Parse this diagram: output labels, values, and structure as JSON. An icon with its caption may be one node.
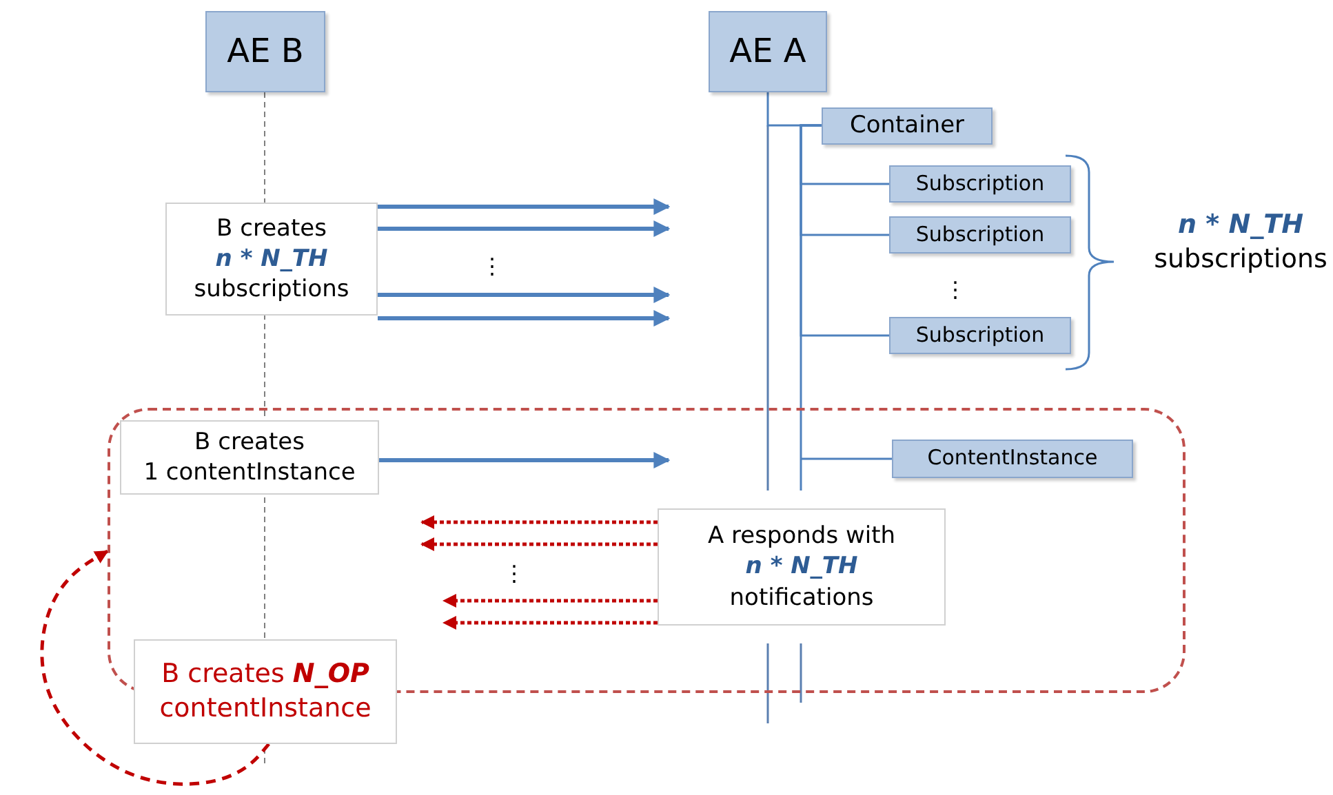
{
  "diagram": {
    "nodes": [
      {
        "text": [
          "AE B"
        ]
      },
      {
        "text": [
          "AE A"
        ]
      },
      {
        "text": [
          "Container"
        ]
      },
      {
        "text": [
          "Subscription"
        ]
      },
      {
        "text": [
          "Subscription"
        ]
      },
      {
        "text": [
          "Subscription"
        ]
      },
      {
        "text": [
          "ContentInstance"
        ],
        "in": 8
      },
      {
        "text": [
          "B creates",
          "n * N_TH",
          "subscriptions"
        ]
      },
      {
        "text": [],
        "shape": "box"
      },
      {
        "text": [
          "B creates",
          "1 contentInstance"
        ],
        "in": 8
      },
      {
        "text": [
          "A responds with",
          "n * N_TH",
          "notifications"
        ],
        "in": 8
      },
      {
        "text": [
          "B creates",
          "N_OP",
          "contentInstance"
        ]
      }
    ],
    "edges": [
      {
        "from": 1,
        "to": 2,
        "arrow": "none"
      },
      {
        "from": 2,
        "to": 3,
        "arrow": "none"
      },
      {
        "from": 2,
        "to": 4,
        "arrow": "none"
      },
      {
        "from": 2,
        "to": 5,
        "arrow": "none"
      },
      {
        "from": 2,
        "to": 6,
        "arrow": "none"
      },
      {
        "from": 7,
        "to": null,
        "arrow": "to"
      },
      {
        "from": 7,
        "to": null,
        "arrow": "to"
      },
      {
        "from": 7,
        "to": null,
        "arrow": "to"
      },
      {
        "from": 7,
        "to": null,
        "arrow": "to"
      },
      {
        "from": 9,
        "to": null,
        "arrow": "to"
      },
      {
        "from": 10,
        "to": null,
        "arrow": "to",
        "style": "dashed",
        "color": "#c00000"
      },
      {
        "from": 10,
        "to": null,
        "arrow": "to",
        "style": "dashed",
        "color": "#c00000"
      },
      {
        "from": 10,
        "to": null,
        "arrow": "to",
        "style": "dashed",
        "color": "#c00000"
      },
      {
        "from": 10,
        "to": null,
        "arrow": "to",
        "style": "dashed",
        "color": "#c00000"
      },
      {
        "from": 11,
        "to": 8,
        "arrow": "to",
        "style": "dashed",
        "color": "#c00000"
      }
    ],
    "labels": [
      "⋮",
      "⋮",
      "n * N_TH",
      "subscriptions",
      "⋮"
    ]
  }
}
